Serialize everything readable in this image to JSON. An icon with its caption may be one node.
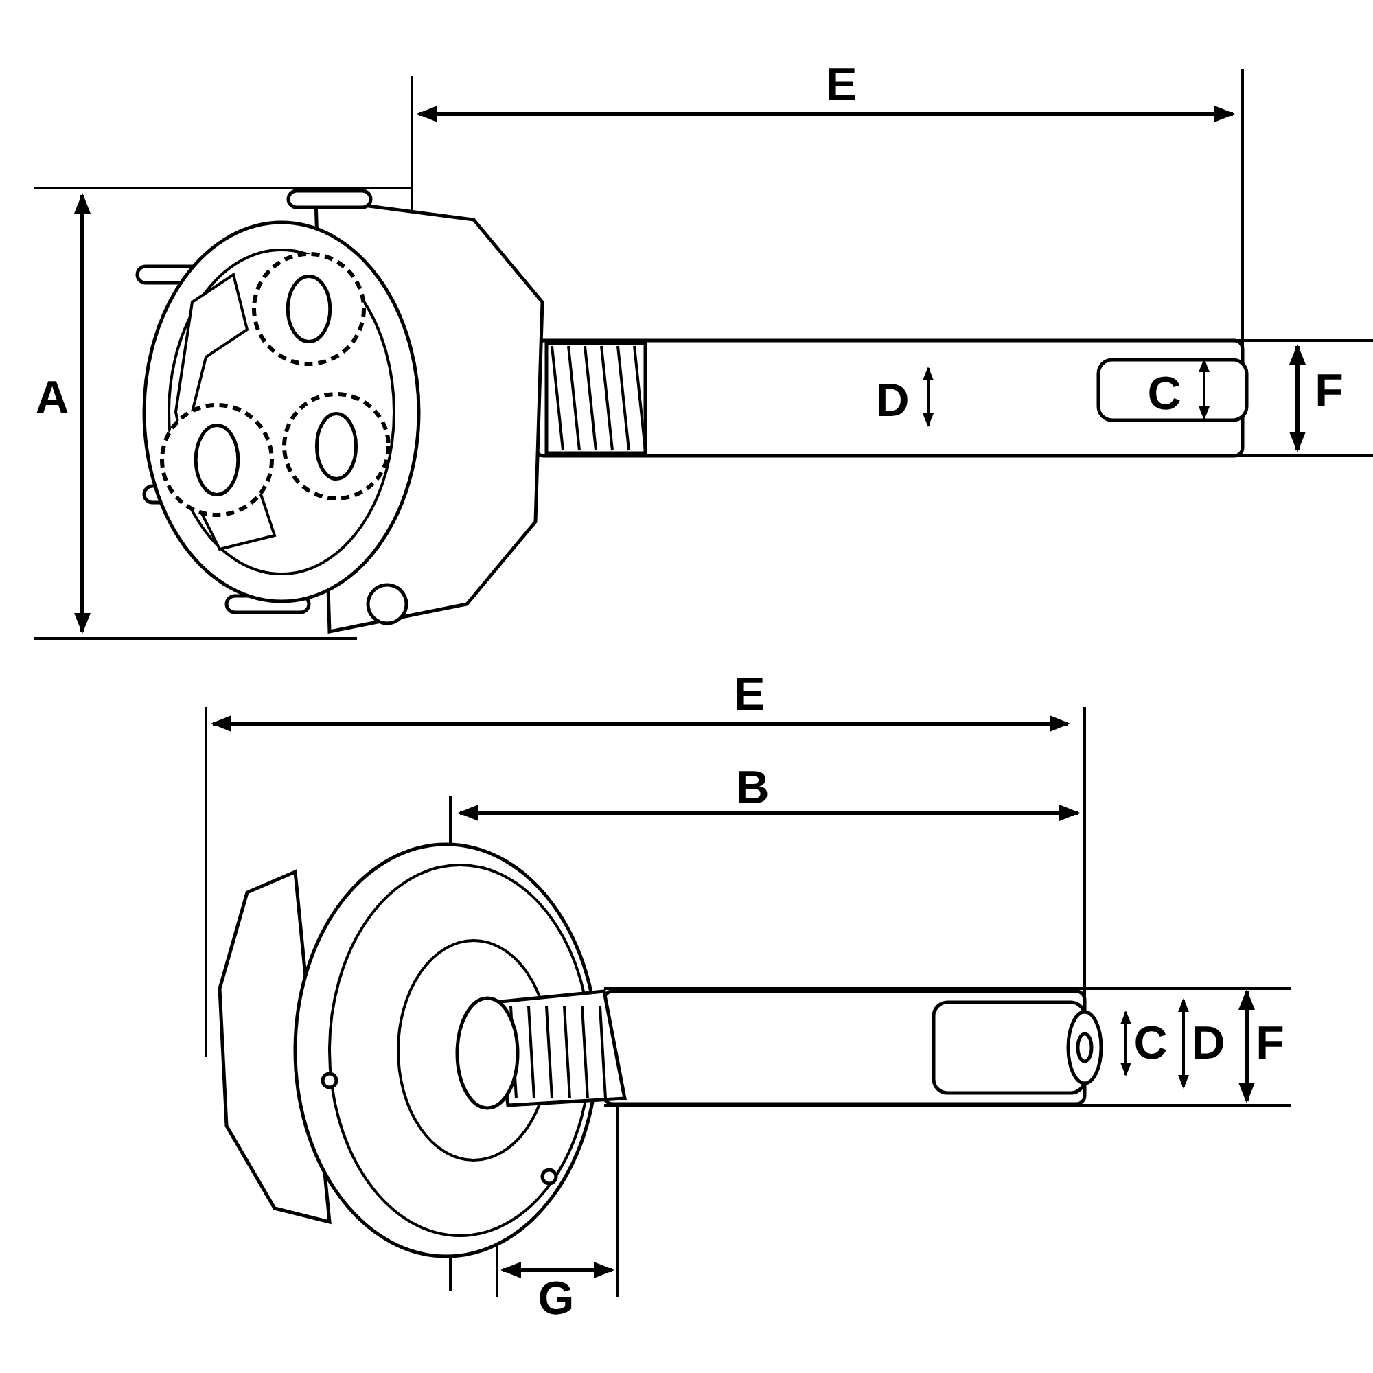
{
  "diagram": {
    "labels": [
      "E",
      "A",
      "D",
      "C",
      "F",
      "E",
      "B",
      "C",
      "D",
      "F",
      "G"
    ]
  }
}
